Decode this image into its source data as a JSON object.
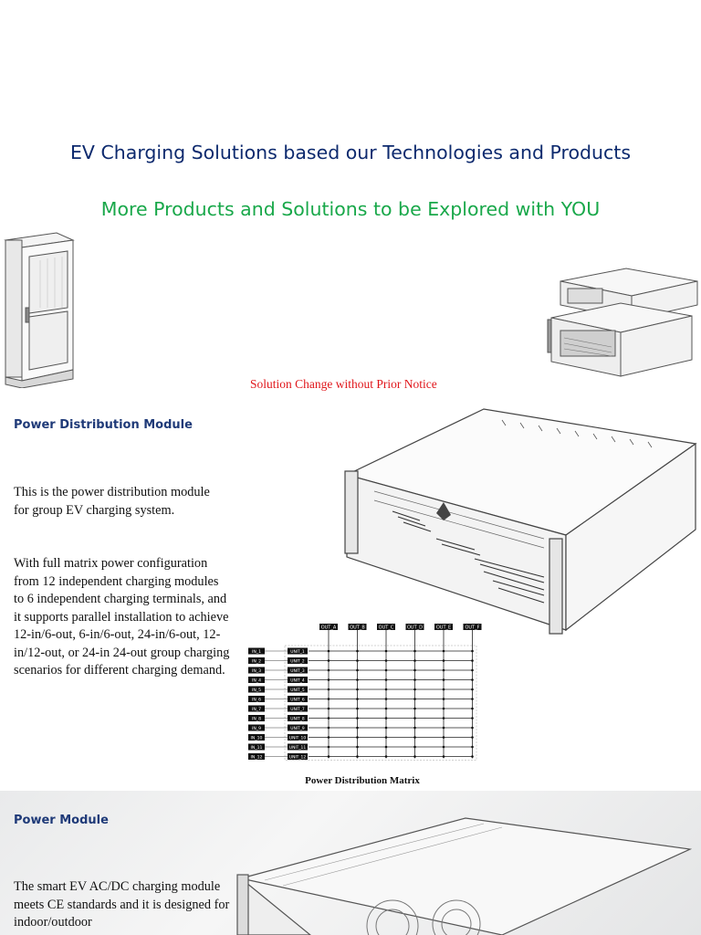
{
  "header": {
    "title": "EV Charging Solutions based our Technologies and Products",
    "subtitle": "More Products and Solutions to be Explored with YOU",
    "notice": "Solution Change without Prior Notice"
  },
  "power_distribution": {
    "heading": "Power Distribution Module",
    "paragraph1": "This is the power distribution module for group EV charging system.",
    "paragraph2": "With full matrix power configuration from 12 independent charging modules to 6 independent charging terminals, and it supports parallel installation to achieve 12-in/6-out, 6-in/6-out, 24-in/6-out, 12-in/12-out, or 24-in 24-out group charging scenarios for different charging demand."
  },
  "matrix": {
    "caption": "Power Distribution Matrix",
    "outputs": [
      "OUT_A",
      "OUT_B",
      "OUT_C",
      "OUT_D",
      "OUT_E",
      "OUT_F"
    ],
    "inputs": [
      "IN_1",
      "IN_2",
      "IN_3",
      "IN_4",
      "IN_5",
      "IN_6",
      "IN_7",
      "IN_8",
      "IN_9",
      "IN_10",
      "IN_11",
      "IN_12"
    ],
    "units": [
      "UNIT_1",
      "UNIT_2",
      "UNIT_3",
      "UNIT_4",
      "UNIT_5",
      "UNIT_6",
      "UNIT_7",
      "UNIT_8",
      "UNIT_9",
      "UNIT_10",
      "UNIT_11",
      "UNIT_12"
    ]
  },
  "power_module": {
    "heading": "Power Module",
    "paragraph1": "The smart EV AC/DC charging module meets CE standards and it is designed for indoor/outdoor"
  },
  "colors": {
    "title": "#0d2a6e",
    "subtitle": "#19a84a",
    "notice": "#e0161b",
    "heading": "#1f3a78"
  }
}
